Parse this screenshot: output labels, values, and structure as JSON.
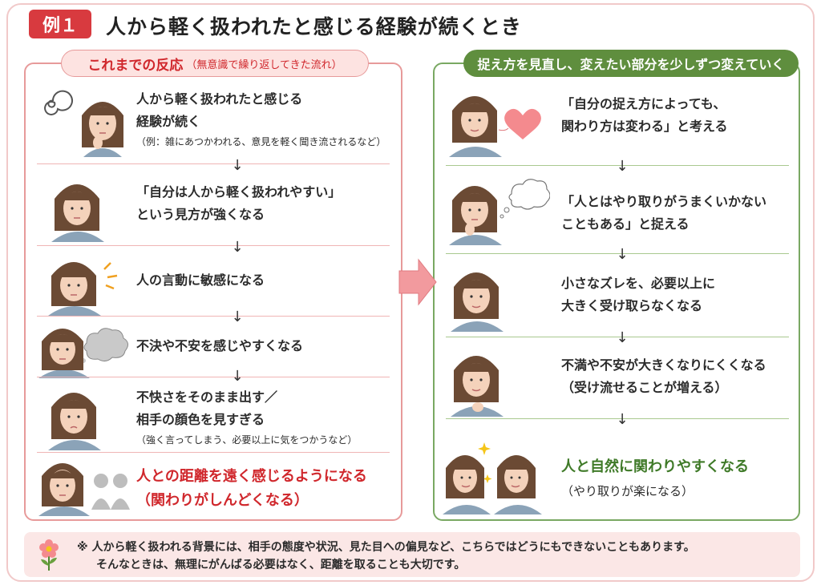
{
  "header": {
    "badge": "例１",
    "title": "人から軽く扱われたと感じる経験が続くとき"
  },
  "left": {
    "header_main": "これまでの反応",
    "header_sub": "（無意識で繰り返してきた流れ）",
    "steps": [
      {
        "line1": "人から軽く扱われたと感じる",
        "line2": "経験が続く",
        "note": "（例：雑にあつかわれる、意見を軽く聞き流されるなど）"
      },
      {
        "line1": "「自分は人から軽く扱われやすい」",
        "line2": "という見方が強くなる"
      },
      {
        "line1": "人の言動に敏感になる"
      },
      {
        "line1": "不決や不安を感じやすくなる"
      },
      {
        "line1": "不快さをそのまま出す／",
        "line2": "相手の顔色を見すぎる",
        "note": "（強く言ってしまう、必要以上に気をつかうなど）"
      },
      {
        "line1": "人との距離を遠く感じるようになる",
        "line2": "（関わりがしんどくなる）"
      }
    ]
  },
  "right": {
    "header": "捉え方を見直し、変えたい部分を少しずつ変えていく",
    "steps": [
      {
        "line1": "「自分の捉え方によっても、",
        "line2": "関わり方は変わる」と考える"
      },
      {
        "line1": "「人とはやり取りがうまくいかない",
        "line2": "こともある」と捉える"
      },
      {
        "line1": "小さなズレを、必要以上に",
        "line2": "大きく受け取らなくなる"
      },
      {
        "line1": "不満や不安が大きくなりにくくなる",
        "line2": "（受け流せることが増える）"
      },
      {
        "line1": "人と自然に関わりやすくなる",
        "line2": "（やり取りが楽になる）"
      }
    ]
  },
  "footer": {
    "line1": "※ 人から軽く扱われる背景には、相手の態度や状況、見た目への偏見など、こちらではどうにもできないこともあります。",
    "line2": "そんなときは、無理にがんばる必要はなく、距離を取ることも大切です。"
  },
  "colors": {
    "red": "#d83a3f",
    "green": "#5f8e3e",
    "pink_bg": "#fbe7e6"
  }
}
